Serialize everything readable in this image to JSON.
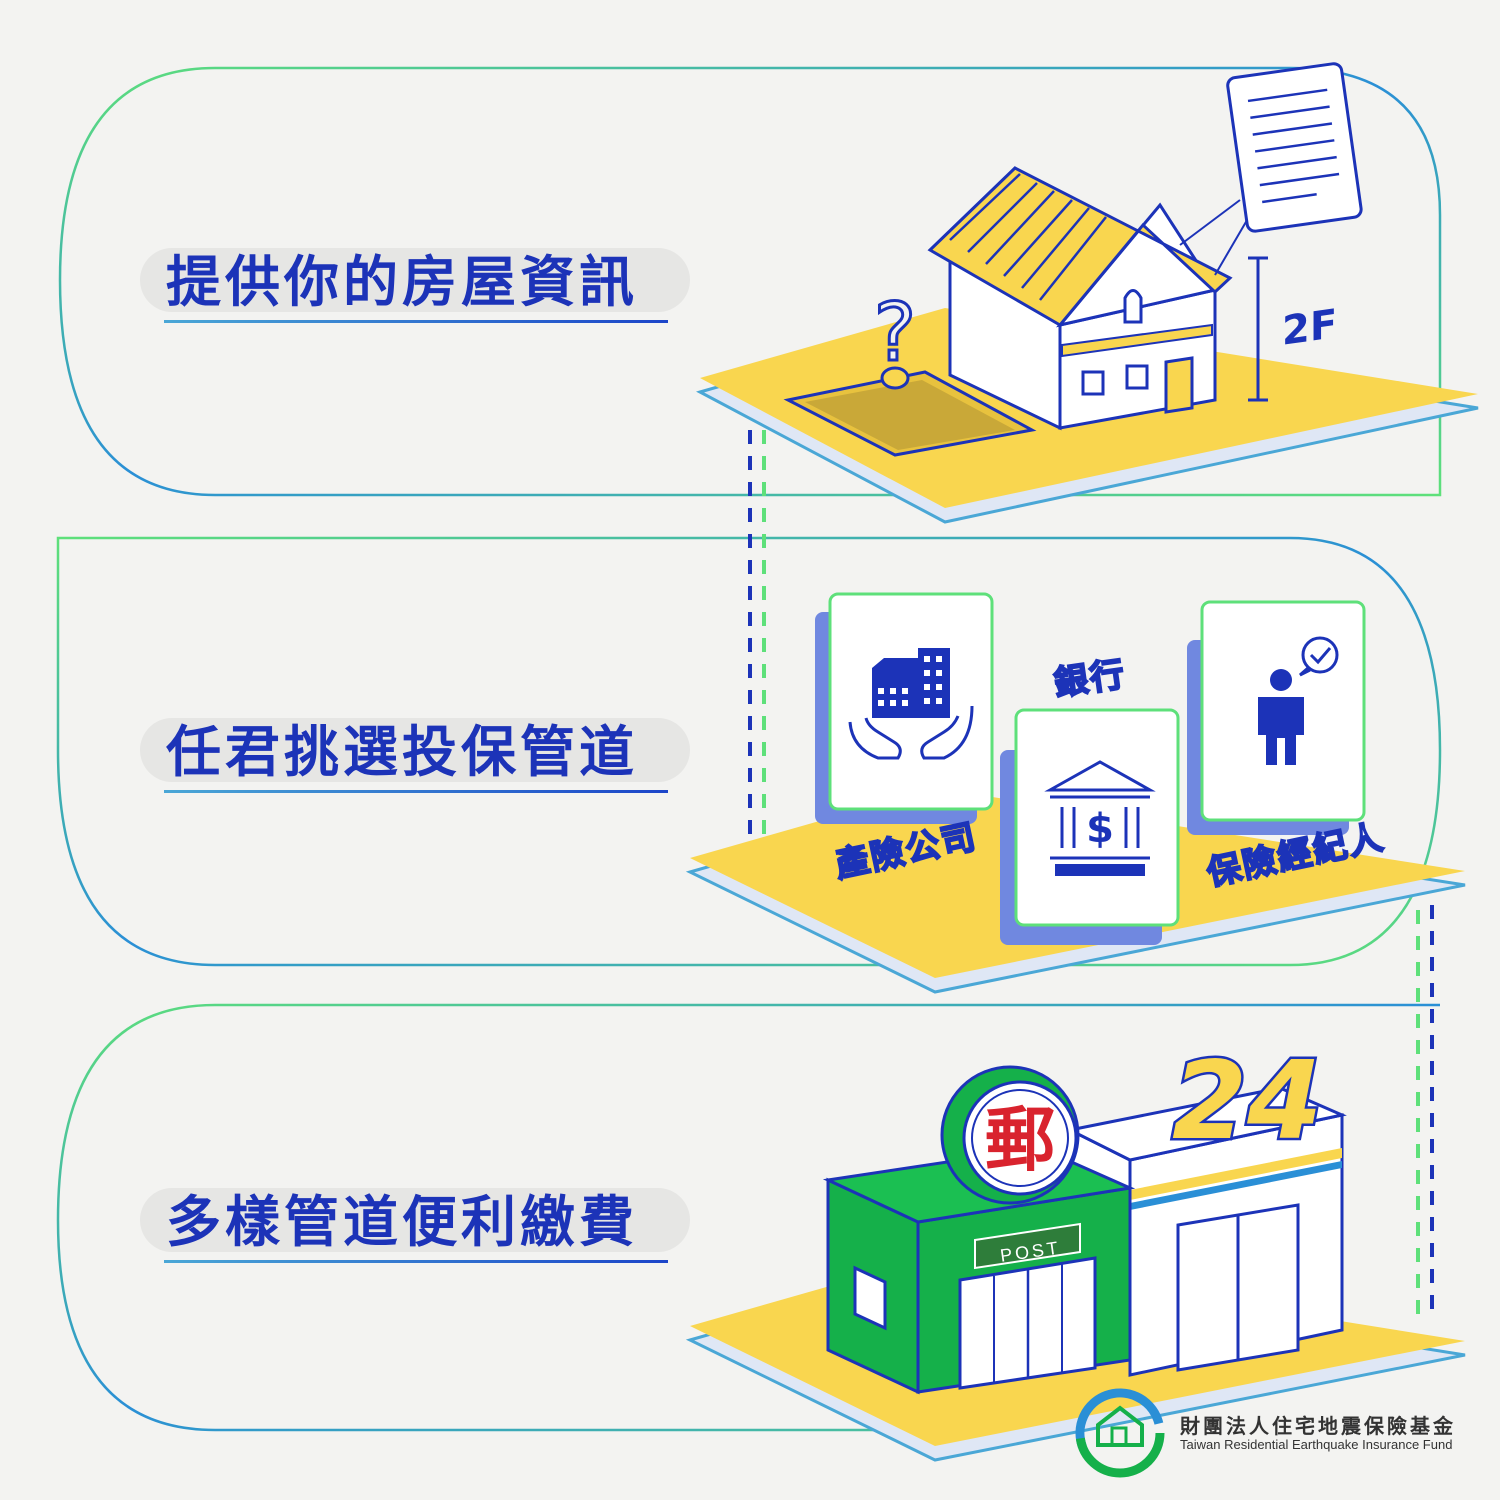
{
  "steps": [
    {
      "title": "提供你的房屋資訊"
    },
    {
      "title": "任君挑選投保管道"
    },
    {
      "title": "多樣管道便利繳費"
    }
  ],
  "house": {
    "floor_label": "2F",
    "question_mark": "?"
  },
  "channels": {
    "insurer_label": "產險公司",
    "bank_label": "銀行",
    "broker_label": "保險經紀人",
    "bank_symbol": "$"
  },
  "payment": {
    "post_label": "POST",
    "post_logo_char": "郵",
    "store_hours": "24"
  },
  "footer": {
    "org_name_cn": "財團法人住宅地震保險基金",
    "org_name_en": "Taiwan Residential Earthquake Insurance Fund"
  },
  "colors": {
    "brand_blue": "#1c33b8",
    "accent_yellow": "#f9d64f",
    "accent_green": "#15b04a",
    "line_green": "#5ee07a",
    "line_blue": "#2a8fd6"
  }
}
